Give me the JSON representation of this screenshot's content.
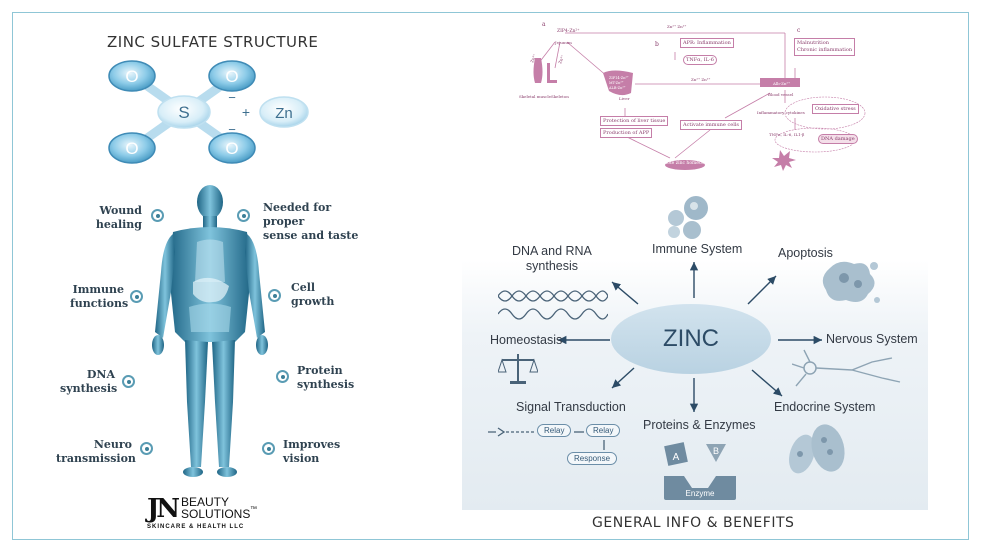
{
  "left_panel": {
    "structure_title": "ZINC SULFATE STRUCTURE",
    "atoms": {
      "oxygen": "O",
      "sulfur": "S",
      "zinc": "Zn",
      "plus": "+",
      "minus": "−"
    },
    "benefits_left": [
      {
        "line1": "Wound",
        "line2": "healing"
      },
      {
        "line1": "Immune",
        "line2": "functions"
      },
      {
        "line1": "DNA",
        "line2": "synthesis"
      },
      {
        "line1": "Neuro",
        "line2": "transmission"
      }
    ],
    "benefits_right": [
      {
        "line1": "Needed for proper",
        "line2": "sense and taste"
      },
      {
        "line1": "Cell",
        "line2": "growth"
      },
      {
        "line1": "Protein",
        "line2": "synthesis"
      },
      {
        "line1": "Improves",
        "line2": "vision"
      }
    ],
    "logo": {
      "letters": "JN",
      "line1": "BEAUTY",
      "line2": "SOLUTIONS",
      "tm": "™",
      "tagline": "SKINCARE & HEALTH LLC"
    }
  },
  "pathway": {
    "panel_a": "a",
    "panel_b": "b",
    "panel_c": "c",
    "nodes": {
      "zip4": "ZIP4-Zn²⁺",
      "jejunum": "Jejunum",
      "apr": "APR: Inflammation",
      "tnf": "TNFα, IL-6",
      "malnutrition1": "Malnutrition",
      "malnutrition2": "Chronic inflammation",
      "zip14": "ZIP14-Zn²⁺",
      "mt": "MT-Zn²⁺",
      "alb": "ALB-Zn²⁺",
      "liver": "Liver",
      "blood_vessel": "Blood vessel",
      "alb_zn": "Alb-Zn²⁺",
      "skeletal": "Skeletal muscle",
      "skeleton": "Skeleton",
      "protection": "Protection of liver tissue",
      "production": "Production of APP",
      "activate": "Activate immune cells",
      "inflam_cyto": "Inflammatory cytokines",
      "oxidative": "Oxidative stress",
      "tnf2": "TNFα, IL-6, IL1-β",
      "dna_damage": "DNA damage",
      "promote": "Promote zinc homeostasis",
      "zn1": "Zn²⁺ Zn²⁺",
      "zn2": "Zn²⁺ Zn²⁺",
      "zn3": "Zn²⁺",
      "zn4": "Zn²⁺"
    }
  },
  "network": {
    "center": "ZINC",
    "immune": "Immune System",
    "dna_rna_1": "DNA and RNA",
    "dna_rna_2": "synthesis",
    "apoptosis": "Apoptosis",
    "homeostasis": "Homeostasis",
    "nervous": "Nervous System",
    "signal": "Signal Transduction",
    "proteins": "Proteins & Enzymes",
    "endocrine": "Endocrine System",
    "relay1": "Relay",
    "relay2": "Relay",
    "response": "Response",
    "enzyme": "Enzyme",
    "sub_a": "A",
    "sub_b": "B"
  },
  "footer": {
    "general": "GENERAL INFO & BENEFITS"
  },
  "colors": {
    "frame": "#8fc6d6",
    "atom": "#6fb3d6",
    "pathway": "#c57ea8",
    "network": "#2c4b66",
    "body": "#3f88a8"
  }
}
